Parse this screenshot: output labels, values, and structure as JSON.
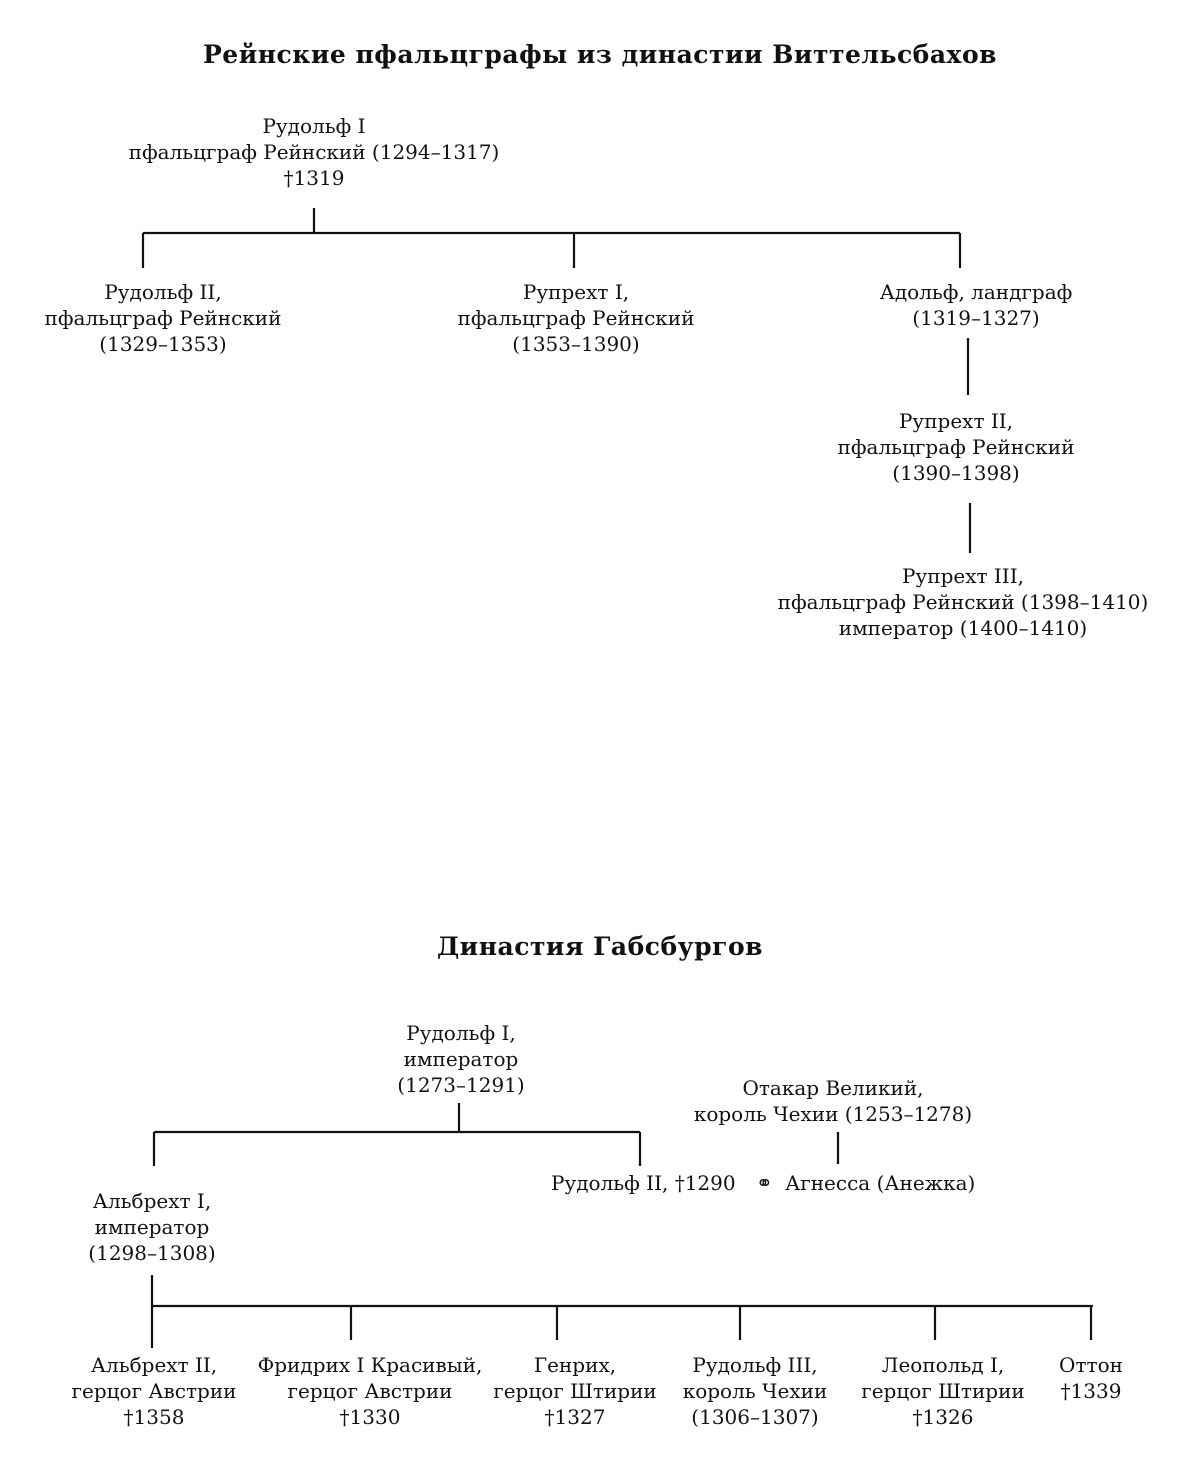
{
  "wittelsbach": {
    "title": "Рейнские пфальцграфы из династии Виттельсбахов",
    "rudolf1": [
      "Рудольф I",
      "пфальцграф Рейнский (1294–1317)",
      "†1319"
    ],
    "rudolf2": [
      "Рудольф II,",
      "пфальцграф Рейнский",
      "(1329–1353)"
    ],
    "ruprecht1": [
      "Рупрехт I,",
      "пфальцграф Рейнский",
      "(1353–1390)"
    ],
    "adolf": [
      "Адольф, ландграф",
      "(1319–1327)"
    ],
    "ruprecht2": [
      "Рупрехт II,",
      "пфальцграф Рейнский",
      "(1390–1398)"
    ],
    "ruprecht3": [
      "Рупрехт III,",
      "пфальцграф Рейнский (1398–1410)",
      "император (1400–1410)"
    ]
  },
  "habsburg": {
    "title": "Династия Габсбургов",
    "rudolf1": [
      "Рудольф I,",
      "император",
      "(1273–1291)"
    ],
    "otakar": [
      "Отакар Великий,",
      "король Чехии (1253–1278)"
    ],
    "albrecht1": [
      "Альбрехт I,",
      "император",
      "(1298–1308)"
    ],
    "rudolf2": "Рудольф II, †1290",
    "marriage_symbol": "⚭",
    "agnes": "Агнесса (Анежка)",
    "children": [
      [
        "Альбрехт II,",
        "герцог Австрии",
        "†1358"
      ],
      [
        "Фридрих I Красивый,",
        "герцог Австрии",
        "†1330"
      ],
      [
        "Генрих,",
        "герцог Штирии",
        "†1327"
      ],
      [
        "Рудольф III,",
        "король Чехии",
        "(1306–1307)"
      ],
      [
        "Леопольд I,",
        "герцог Штирии",
        "†1326"
      ],
      [
        "Оттон",
        "†1339"
      ]
    ]
  }
}
